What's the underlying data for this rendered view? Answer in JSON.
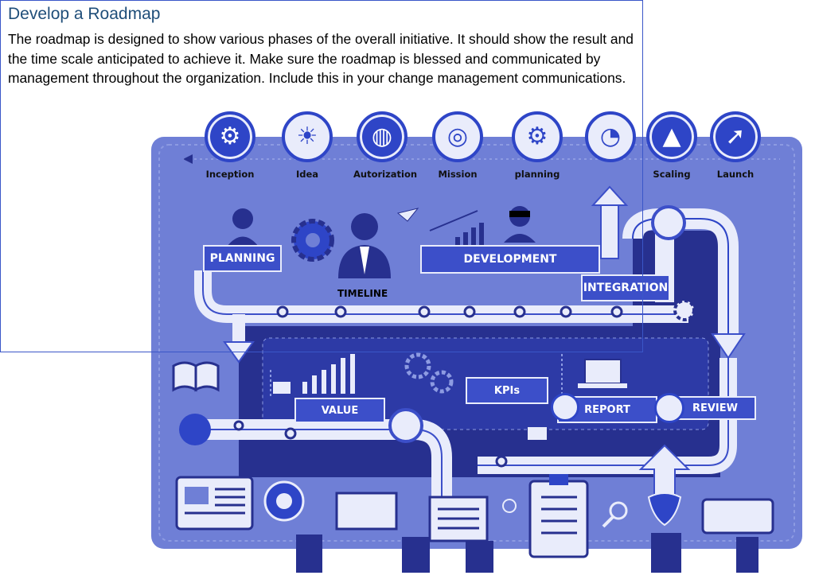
{
  "slide": {
    "title": "Develop a Roadmap",
    "body": "The roadmap is designed to show various phases of the overall initiative. It should show the result and the time scale anticipated to achieve it. Make sure the roadmap is blessed and communicated by management throughout the organization. Include this in your change management communications."
  },
  "colors": {
    "board": "#6f7fd6",
    "dark": "#27308f",
    "mid": "#3c4fc9",
    "pipe": "#e9ecfb",
    "accent": "#2e45c7"
  },
  "icons": [
    {
      "label": "Inception",
      "icon": "circuit-icon"
    },
    {
      "label": "Idea",
      "icon": "lightbulb-icon"
    },
    {
      "label": "Autorization",
      "icon": "globe-people-icon"
    },
    {
      "label": "Mission",
      "icon": "target-icon"
    },
    {
      "label": "planning",
      "icon": "gear-chart-icon"
    },
    {
      "label": "",
      "icon": "gauge-icon"
    },
    {
      "label": "Scaling",
      "icon": "growth-chart-icon"
    },
    {
      "label": "Launch",
      "icon": "rocket-hand-icon"
    }
  ],
  "banners": {
    "planning": "PLANNING",
    "development": "DEVELOPMENT",
    "integration": "INTEGRATION",
    "timeline": "TIMELINE",
    "value": "VALUE",
    "kpis": "KPIs",
    "report": "REPORT",
    "review": "REVIEW"
  }
}
